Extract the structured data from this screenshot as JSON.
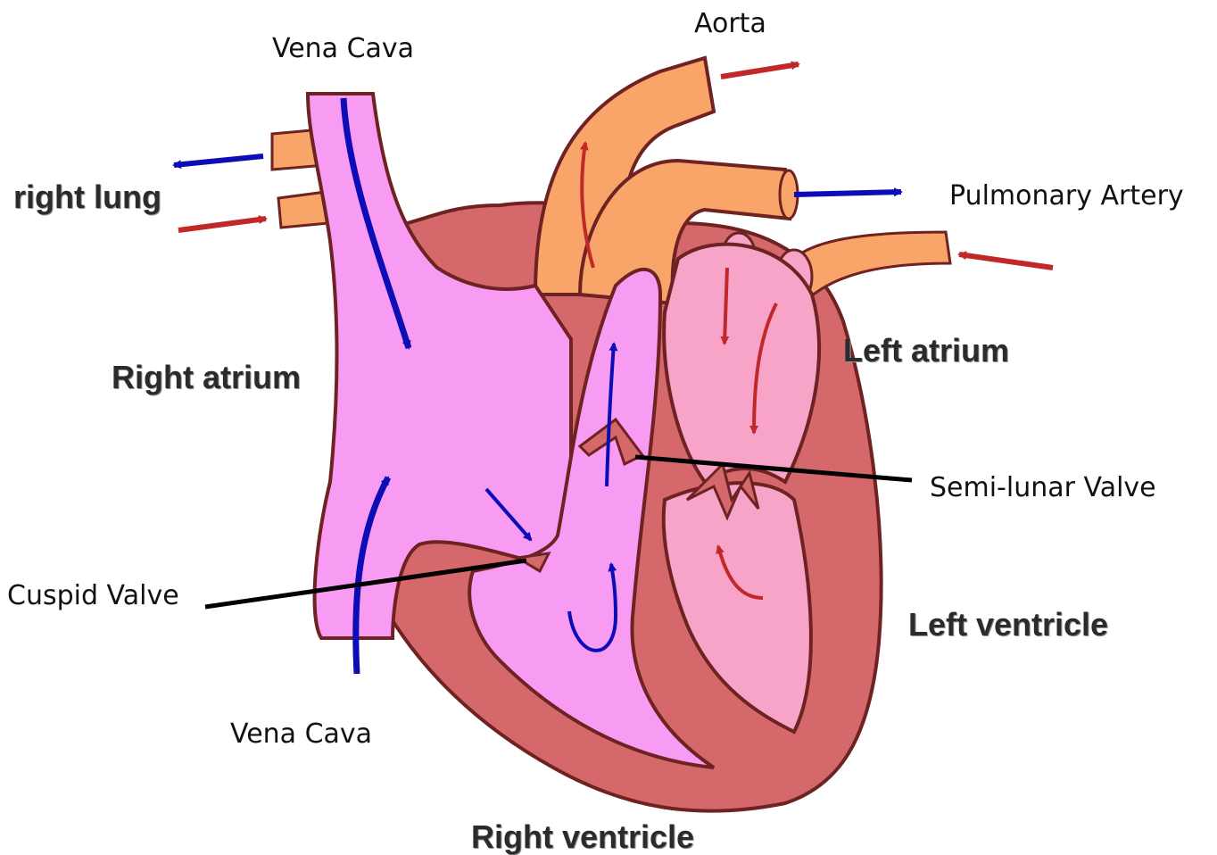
{
  "labels": {
    "vena_cava_top": "Vena Cava",
    "aorta": "Aorta",
    "right_lung": "right lung",
    "pulmonary_artery": "Pulmonary Artery",
    "right_atrium": "Right atrium",
    "left_atrium": "Left atrium",
    "semi_lunar_valve": "Semi-lunar Valve",
    "cuspid_valve": "Cuspid Valve",
    "left_ventricle": "Left ventricle",
    "vena_cava_bottom": "Vena Cava",
    "right_ventricle": "Right ventricle"
  },
  "colors": {
    "outer_wall": "#d5686a",
    "outline": "#6e2222",
    "right_chambers": "#f89cf3",
    "left_chambers": "#f7a4c8",
    "vessels": "#f9a56a",
    "deoxygenated_arrow": "#0d0db8",
    "oxygenated_arrow": "#c0282a",
    "pointer_line": "#000000"
  }
}
